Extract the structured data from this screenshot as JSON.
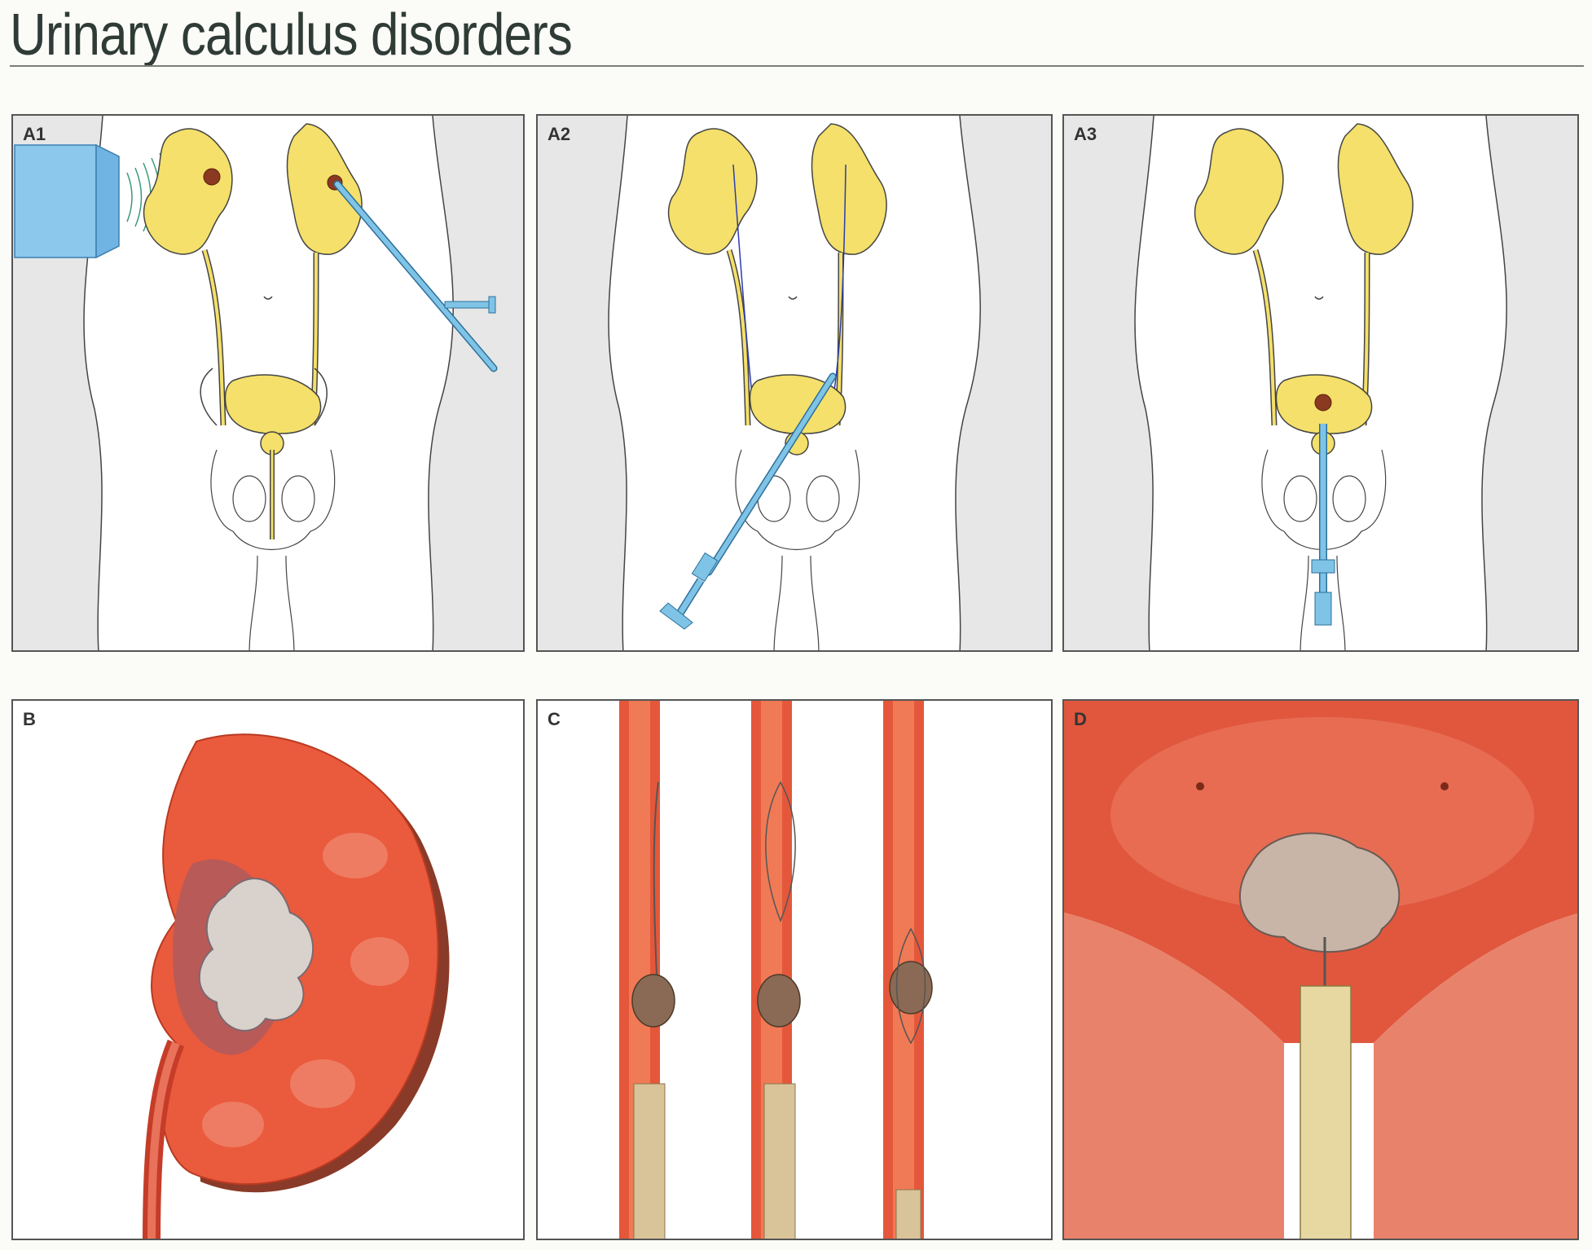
{
  "title": "Urinary calculus disorders",
  "panels": {
    "a1": "A1",
    "a2": "A2",
    "a3": "A3",
    "b": "B",
    "c": "C",
    "d": "D"
  },
  "colors": {
    "kidney_yellow": "#f4e06a",
    "tissue_red": "#ea5a3c",
    "instrument_blue": "#7fc4e6",
    "stone_brown": "#8a6a55",
    "body_gray": "#e6e7e6"
  }
}
